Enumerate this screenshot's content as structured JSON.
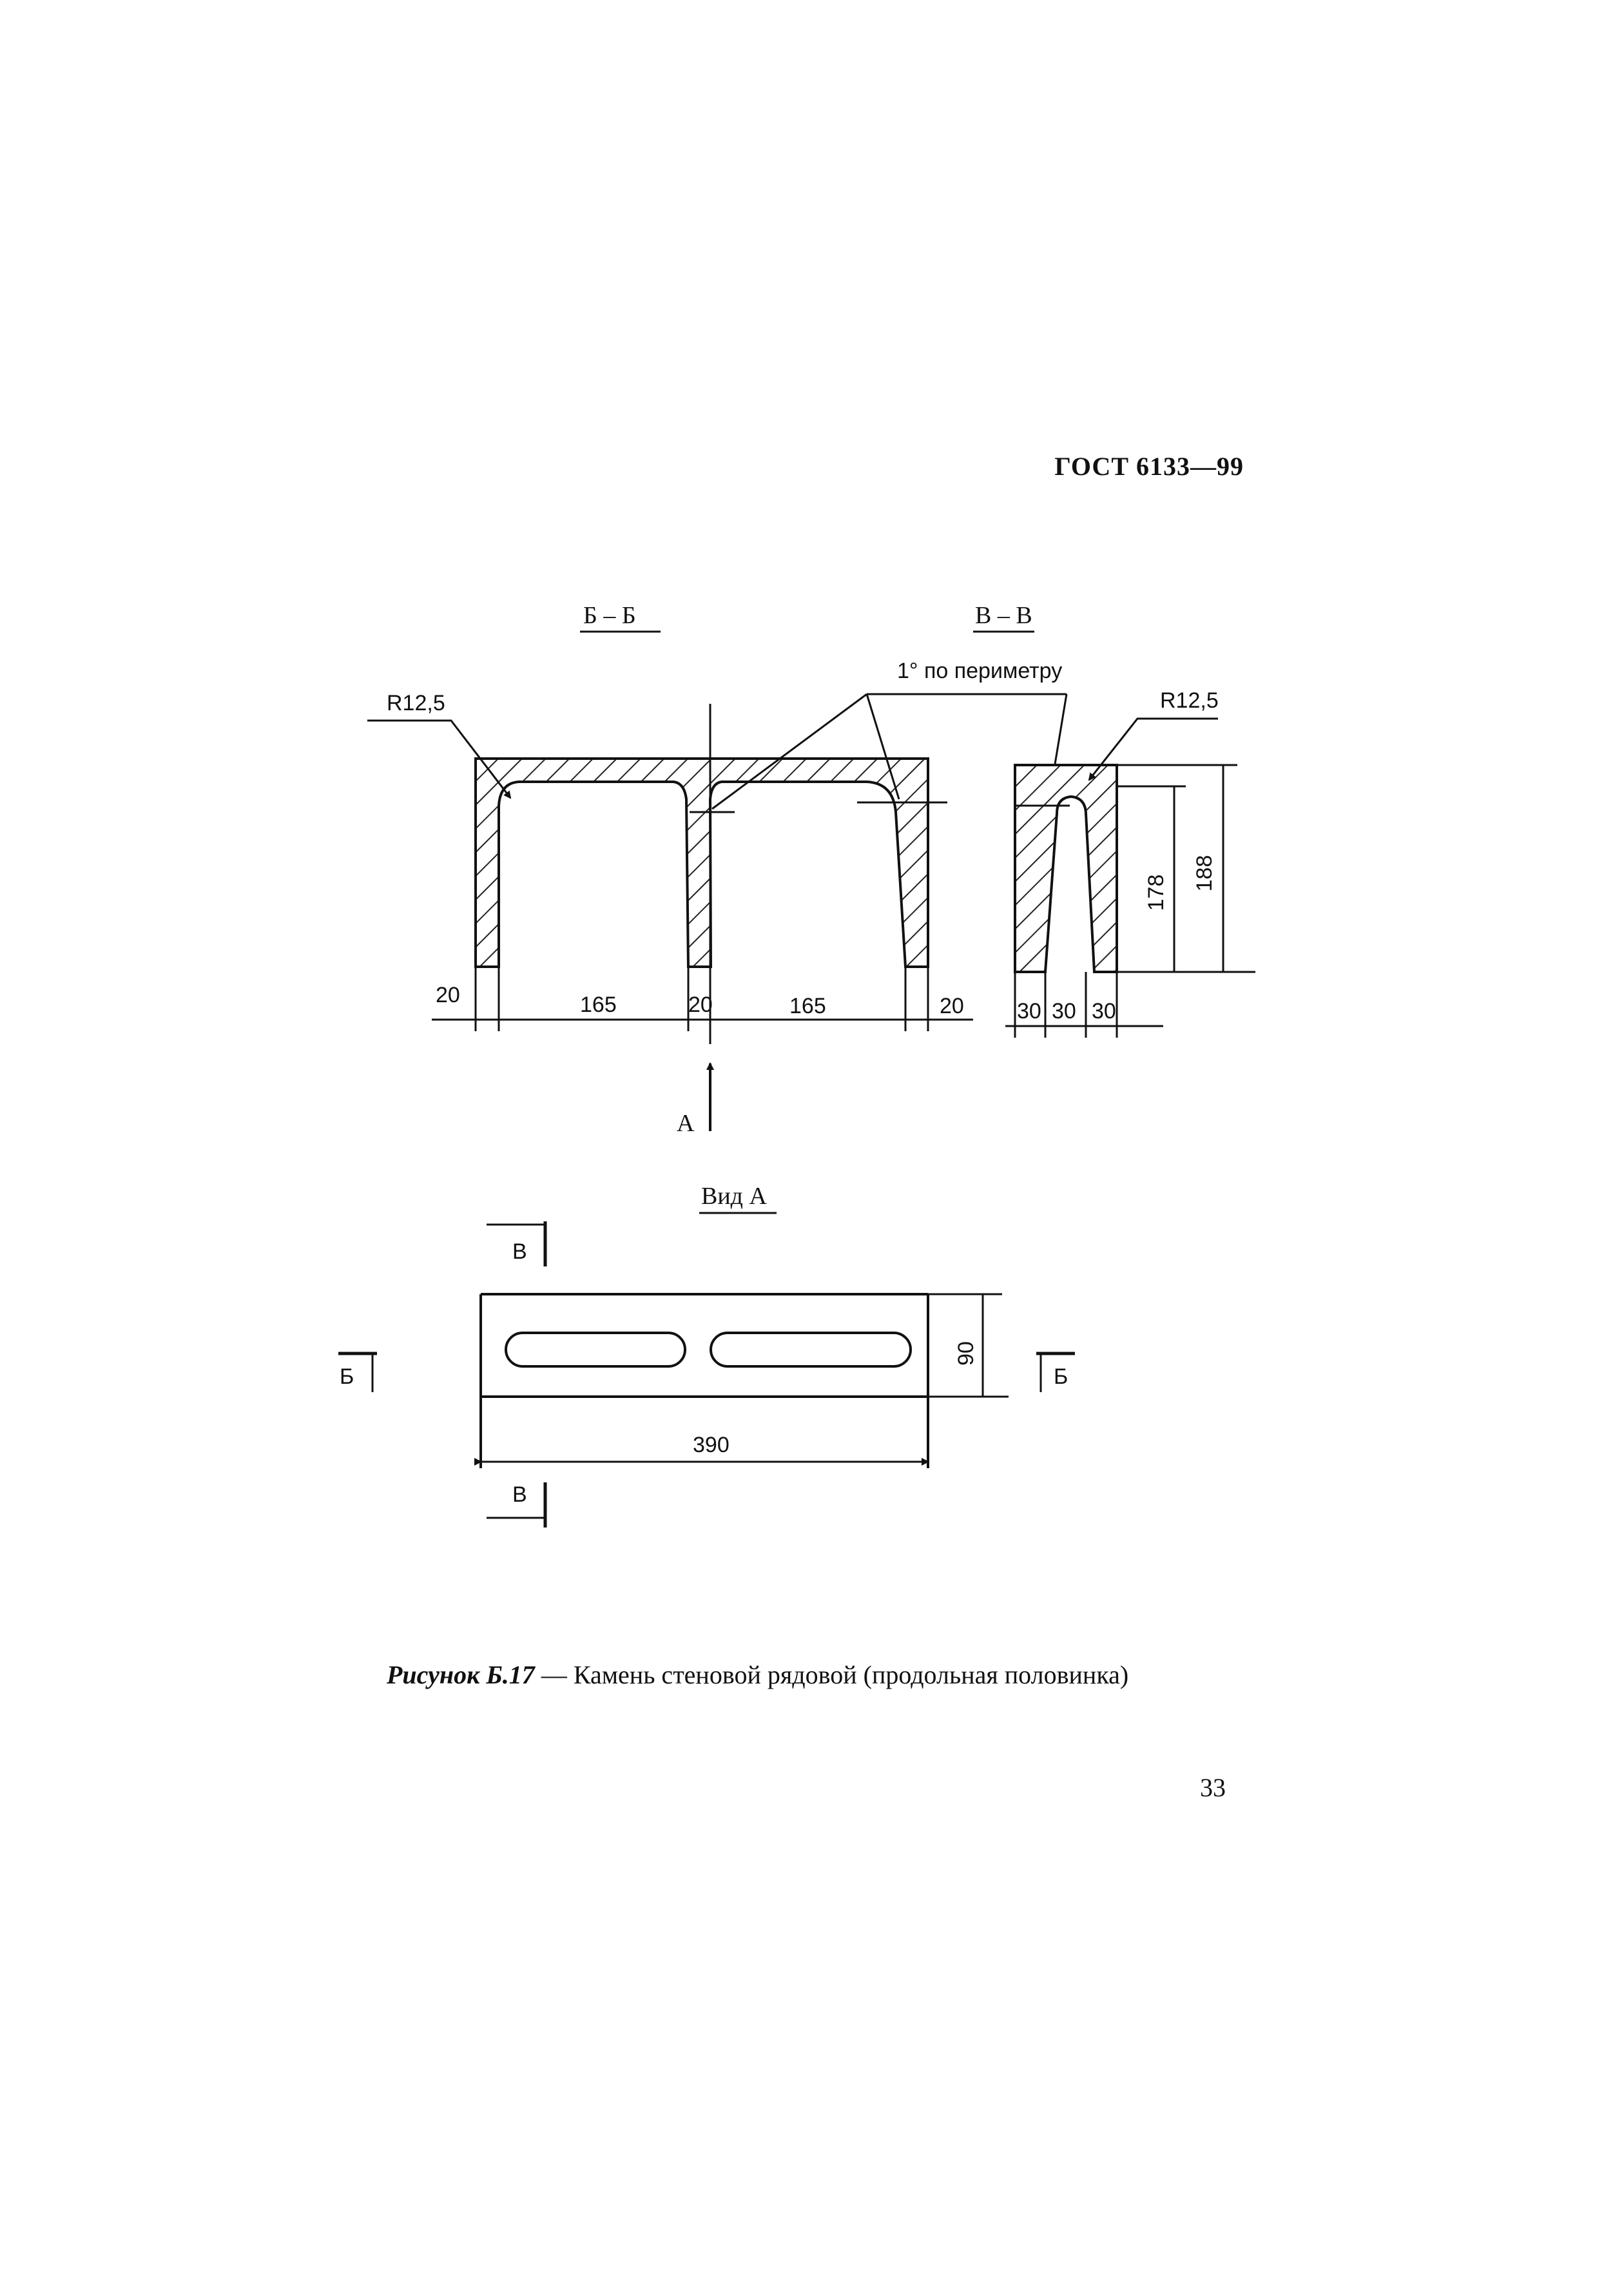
{
  "header": {
    "doc_code": "ГОСТ 6133—99"
  },
  "section_bb": {
    "title": "Б – Б",
    "radius_label": "R12,5",
    "dims": [
      "20",
      "165",
      "20",
      "165",
      "20"
    ]
  },
  "section_vv": {
    "title": "В – В",
    "radius_label": "R12,5",
    "taper_label": "1° по периметру",
    "dims_bottom": [
      "30",
      "30",
      "30"
    ],
    "dims_height": [
      "178",
      "188"
    ]
  },
  "view_a": {
    "arrow_label": "А",
    "title": "Вид А",
    "dim_length": "390",
    "dim_width": "90",
    "cut_label_v": "В",
    "cut_label_b": "Б"
  },
  "caption": {
    "label": "Рисунок Б.17",
    "text": " — Камень стеновой рядовой (продольная половинка)"
  },
  "footer": {
    "page_number": "33"
  }
}
